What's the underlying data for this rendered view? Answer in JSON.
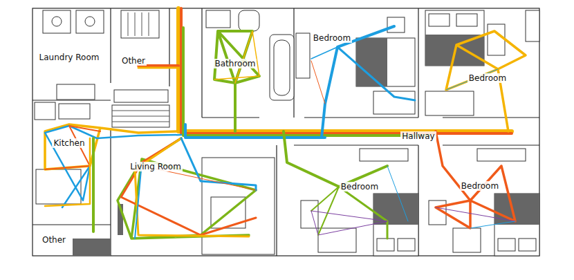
{
  "diagram": {
    "nodes": [
      {
        "text": [
          "Laundry Room"
        ]
      },
      {
        "text": [
          "Other"
        ]
      },
      {
        "text": [
          "Bathroom"
        ]
      },
      {
        "text": [
          "Bedroom"
        ]
      },
      {
        "text": [
          "Bedroom"
        ]
      },
      {
        "text": [
          "Kitchen"
        ]
      },
      {
        "text": [
          "Living Room"
        ]
      },
      {
        "text": [
          "Hallway"
        ]
      },
      {
        "text": [
          "Bedroom"
        ]
      },
      {
        "text": [
          "Bedroom"
        ]
      },
      {
        "text": [
          "Other"
        ]
      }
    ]
  }
}
